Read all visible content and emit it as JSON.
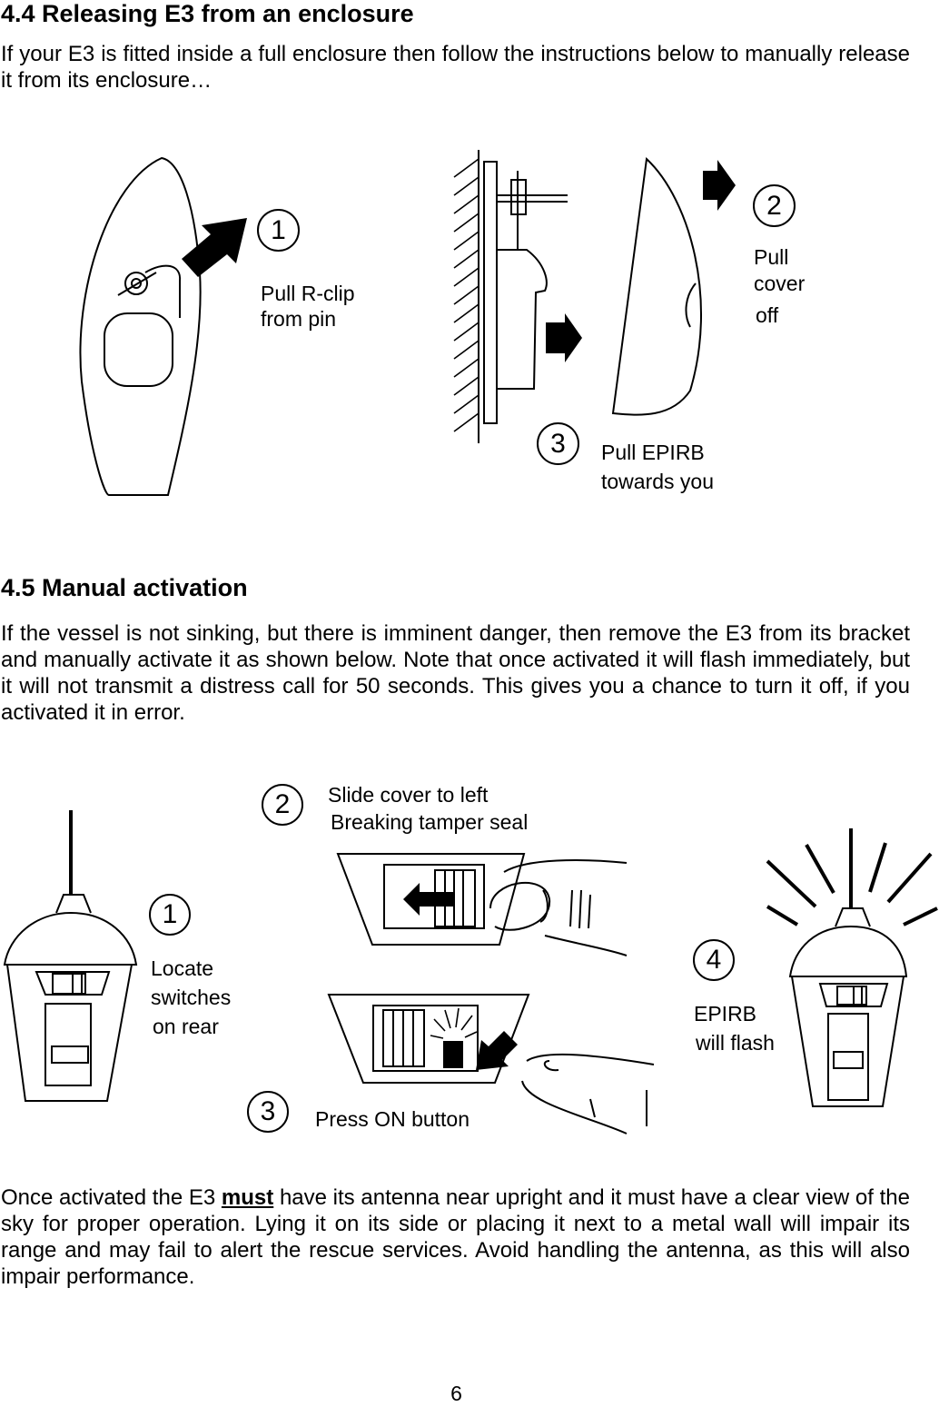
{
  "section_44": {
    "heading": "4.4  Releasing E3 from an enclosure",
    "intro": "If your E3 is fitted inside a full enclosure then follow the instructions below to manually release it from its enclosure…",
    "steps": [
      {
        "num": "1",
        "label_line1": "Pull R-clip",
        "label_line2": "from pin"
      },
      {
        "num": "2",
        "label_line1": "Pull",
        "label_line2": "cover",
        "label_line3": "off"
      },
      {
        "num": "3",
        "label_line1": "Pull EPIRB",
        "label_line2": "towards you"
      }
    ]
  },
  "section_45": {
    "heading": "4.5  Manual activation",
    "intro": "If the vessel is not sinking, but there is imminent danger, then remove the E3 from its bracket and manually activate it as shown below. Note that once activated it will flash immediately, but it will not transmit a distress call for 50 seconds. This gives you a chance to turn it off, if you activated it in error.",
    "steps": [
      {
        "num": "1",
        "label_line1": "Locate",
        "label_line2": "switches",
        "label_line3": "on rear"
      },
      {
        "num": "2",
        "label_line1": "Slide cover to left",
        "label_line2": "Breaking tamper seal"
      },
      {
        "num": "3",
        "label_line1": "Press ON button"
      },
      {
        "num": "4",
        "label_line1": "EPIRB",
        "label_line2": "will flash"
      }
    ]
  },
  "closing": {
    "before": "Once activated the E3 ",
    "emphasis": "must",
    "after": " have its antenna near upright and it must have a clear view of the sky for proper operation. Lying it on its side or placing it next to a metal wall will impair its range and may fail to alert the rescue services. Avoid handling the antenna, as this will also impair performance."
  },
  "page_number": "6"
}
